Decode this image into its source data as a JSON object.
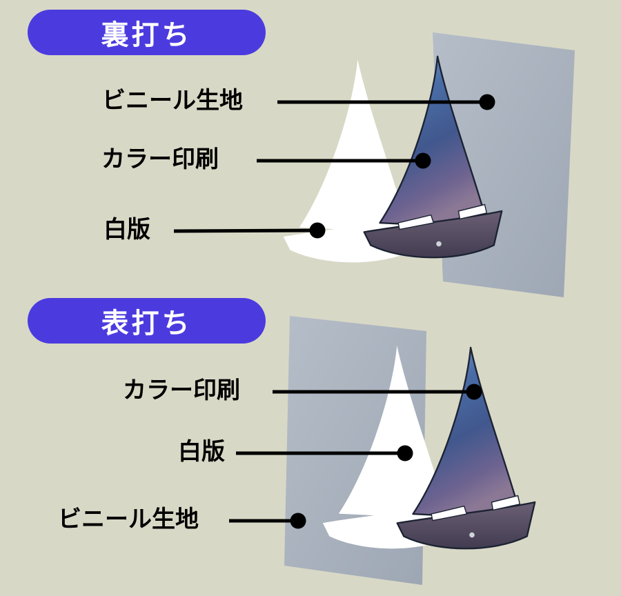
{
  "colors": {
    "background": "#d8d8c6",
    "accent": "#4b3bdf",
    "connector": "#000000",
    "white_layer": "#ffffff",
    "vinyl_sheet": "#aab3bf"
  },
  "sections": [
    {
      "id": "back-print",
      "badge": "裏打ち",
      "labels": [
        {
          "text": "ビニール生地",
          "target": "vinyl-sheet"
        },
        {
          "text": "カラー印刷",
          "target": "color-print"
        },
        {
          "text": "白版",
          "target": "white-layer"
        }
      ]
    },
    {
      "id": "front-print",
      "badge": "表打ち",
      "labels": [
        {
          "text": "カラー印刷",
          "target": "color-print"
        },
        {
          "text": "白版",
          "target": "white-layer"
        },
        {
          "text": "ビニール生地",
          "target": "vinyl-sheet"
        }
      ]
    }
  ]
}
